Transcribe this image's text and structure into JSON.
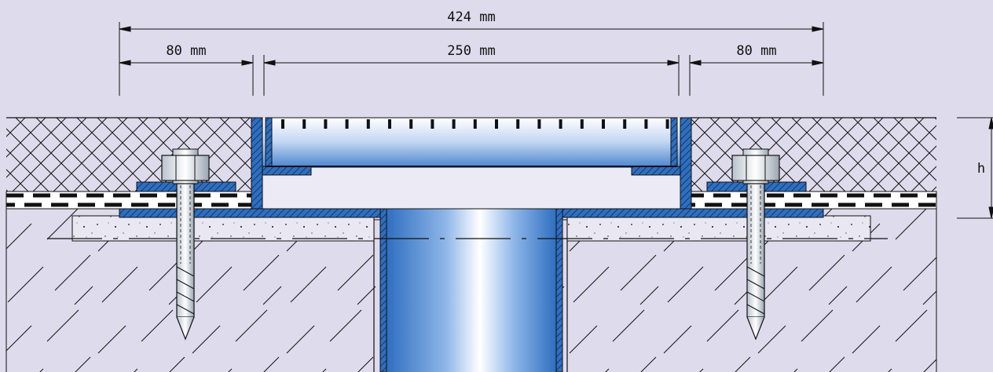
{
  "dimensions": {
    "overall_width": "424 mm",
    "left_flange": "80 mm",
    "grate_width": "250 mm",
    "right_flange": "80 mm",
    "height": "h"
  },
  "colors": {
    "background": "#dedbec",
    "steel_blue": "#2f6fc0",
    "outline": "#111111"
  }
}
